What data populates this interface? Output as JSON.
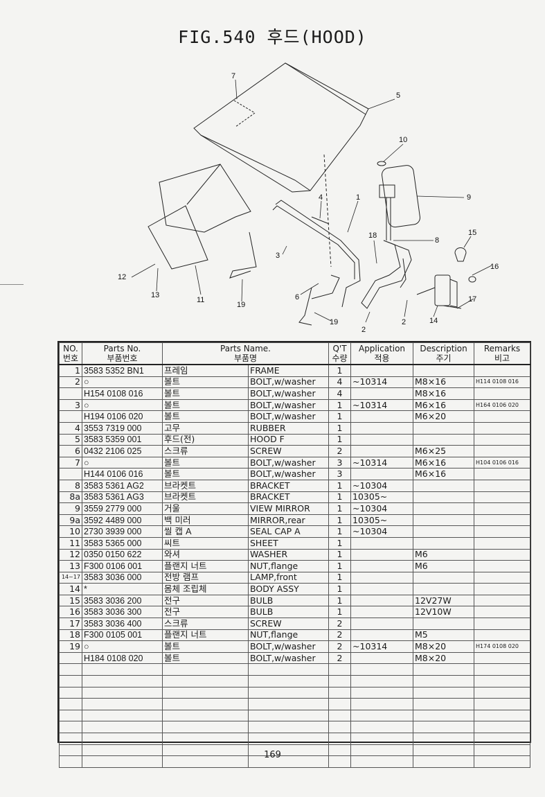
{
  "title": "FIG.540 후드(HOOD)",
  "callouts": [
    "7",
    "5",
    "10",
    "9",
    "4",
    "1",
    "15",
    "18",
    "8",
    "16",
    "3",
    "12",
    "13",
    "11",
    "19",
    "6",
    "17",
    "2",
    "2",
    "14",
    "19"
  ],
  "headers": [
    {
      "en": "NO.",
      "ko": "번호"
    },
    {
      "en": "Parts No.",
      "ko": "부품번호"
    },
    {
      "en": "Parts Name.",
      "ko": "부품명"
    },
    {
      "en": "Q'T",
      "ko": "수량"
    },
    {
      "en": "Application",
      "ko": "적용"
    },
    {
      "en": "Description",
      "ko": "주기"
    },
    {
      "en": "Remarks",
      "ko": "비고"
    }
  ],
  "rows": [
    {
      "no": "1",
      "part": "3583 5352 BN1",
      "ko": "프레임",
      "en": "FRAME",
      "qty": "1",
      "app": "",
      "desc": "",
      "rem": ""
    },
    {
      "no": "2",
      "part": "○",
      "ko": "볼트",
      "en": "BOLT,w/washer",
      "qty": "4",
      "app": "~10314",
      "desc": "M8×16",
      "rem": "H114 0108 016"
    },
    {
      "no": "",
      "part": "H154 0108 016",
      "ko": "볼트",
      "en": "BOLT,w/washer",
      "qty": "4",
      "app": "",
      "desc": "M8×16",
      "rem": ""
    },
    {
      "no": "3",
      "part": "○",
      "ko": "볼트",
      "en": "BOLT,w/washer",
      "qty": "1",
      "app": "~10314",
      "desc": "M6×16",
      "rem": "H164 0106 020"
    },
    {
      "no": "",
      "part": "H194 0106 020",
      "ko": "볼트",
      "en": "BOLT,w/washer",
      "qty": "1",
      "app": "",
      "desc": "M6×20",
      "rem": ""
    },
    {
      "no": "4",
      "part": "3553 7319 000",
      "ko": "고무",
      "en": "RUBBER",
      "qty": "1",
      "app": "",
      "desc": "",
      "rem": ""
    },
    {
      "no": "5",
      "part": "3583 5359 001",
      "ko": "후드(전)",
      "en": "HOOD F",
      "qty": "1",
      "app": "",
      "desc": "",
      "rem": ""
    },
    {
      "no": "6",
      "part": "0432 2106 025",
      "ko": "스크류",
      "en": "SCREW",
      "qty": "2",
      "app": "",
      "desc": "M6×25",
      "rem": ""
    },
    {
      "no": "7",
      "part": "○",
      "ko": "볼트",
      "en": "BOLT,w/washer",
      "qty": "3",
      "app": "~10314",
      "desc": "M6×16",
      "rem": "H104 0106 016"
    },
    {
      "no": "",
      "part": "H144 0106 016",
      "ko": "볼트",
      "en": "BOLT,w/washer",
      "qty": "3",
      "app": "",
      "desc": "M6×16",
      "rem": ""
    },
    {
      "no": "8",
      "part": "3583 5361 AG2",
      "ko": "브라켓트",
      "en": "BRACKET",
      "qty": "1",
      "app": "~10304",
      "desc": "",
      "rem": ""
    },
    {
      "no": "8a",
      "part": "3583 5361 AG3",
      "ko": "브라켓트",
      "en": "BRACKET",
      "qty": "1",
      "app": "10305~",
      "desc": "",
      "rem": ""
    },
    {
      "no": "9",
      "part": "3559 2779 000",
      "ko": "거울",
      "en": "VIEW MIRROR",
      "qty": "1",
      "app": "~10304",
      "desc": "",
      "rem": ""
    },
    {
      "no": "9a",
      "part": "3592 4489 000",
      "ko": "백 미러",
      "en": "MIRROR,rear",
      "qty": "1",
      "app": "10305~",
      "desc": "",
      "rem": ""
    },
    {
      "no": "10",
      "part": "2730 3939 000",
      "ko": "씰 캡 A",
      "en": "SEAL CAP A",
      "qty": "1",
      "app": "~10304",
      "desc": "",
      "rem": ""
    },
    {
      "no": "11",
      "part": "3583 5365 000",
      "ko": "씨트",
      "en": "SHEET",
      "qty": "1",
      "app": "",
      "desc": "",
      "rem": ""
    },
    {
      "no": "12",
      "part": "0350 0150 622",
      "ko": "와셔",
      "en": "WASHER",
      "qty": "1",
      "app": "",
      "desc": "M6",
      "rem": ""
    },
    {
      "no": "13",
      "part": "F300 0106 001",
      "ko": "플랜지 너트",
      "en": "NUT,flange",
      "qty": "1",
      "app": "",
      "desc": "M6",
      "rem": ""
    },
    {
      "no": "14~17",
      "part": "3583 3036 000",
      "ko": "전방 램프",
      "en": "LAMP,front",
      "qty": "1",
      "app": "",
      "desc": "",
      "rem": ""
    },
    {
      "no": "14",
      "part": "*",
      "ko": "몸체 조립체",
      "en": "BODY ASSY",
      "qty": "1",
      "app": "",
      "desc": "",
      "rem": ""
    },
    {
      "no": "15",
      "part": "3583 3036 200",
      "ko": "전구",
      "en": "BULB",
      "qty": "1",
      "app": "",
      "desc": "12V27W",
      "rem": ""
    },
    {
      "no": "16",
      "part": "3583 3036 300",
      "ko": "전구",
      "en": "BULB",
      "qty": "1",
      "app": "",
      "desc": "12V10W",
      "rem": ""
    },
    {
      "no": "17",
      "part": "3583 3036 400",
      "ko": "스크류",
      "en": "SCREW",
      "qty": "2",
      "app": "",
      "desc": "",
      "rem": ""
    },
    {
      "no": "18",
      "part": "F300 0105 001",
      "ko": "플랜지 너트",
      "en": "NUT,flange",
      "qty": "2",
      "app": "",
      "desc": "M5",
      "rem": ""
    },
    {
      "no": "19",
      "part": "○",
      "ko": "볼트",
      "en": "BOLT,w/washer",
      "qty": "2",
      "app": "~10314",
      "desc": "M8×20",
      "rem": "H174 0108 020"
    },
    {
      "no": "",
      "part": "H184 0108 020",
      "ko": "볼트",
      "en": "BOLT,w/washer",
      "qty": "2",
      "app": "",
      "desc": "M8×20",
      "rem": ""
    }
  ],
  "page_number": "169"
}
